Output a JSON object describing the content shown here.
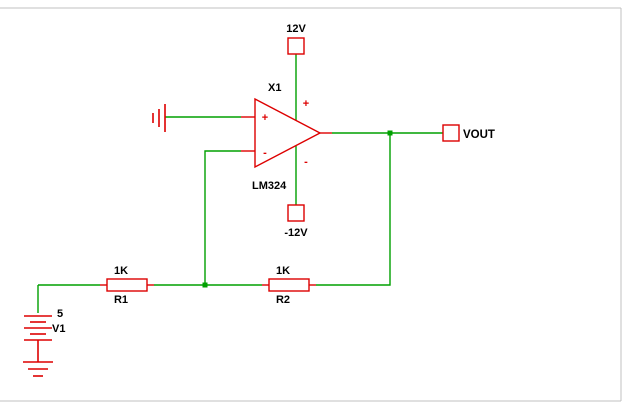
{
  "colors": {
    "wire": "#00a000",
    "component": "#dd0000",
    "text": "#000000",
    "border": "#c0c0c0"
  },
  "power_top": {
    "label": "12V"
  },
  "power_bottom": {
    "label": "-12V"
  },
  "opamp": {
    "ref": "X1",
    "part": "LM324",
    "input_plus": "+",
    "input_minus": "-",
    "supply_plus": "+",
    "supply_minus": "-"
  },
  "output_terminal": {
    "label": "VOUT"
  },
  "resistors": {
    "r1": {
      "value": "1K",
      "ref": "R1"
    },
    "r2": {
      "value": "1K",
      "ref": "R2"
    }
  },
  "source": {
    "value": "5",
    "ref": "V1"
  }
}
